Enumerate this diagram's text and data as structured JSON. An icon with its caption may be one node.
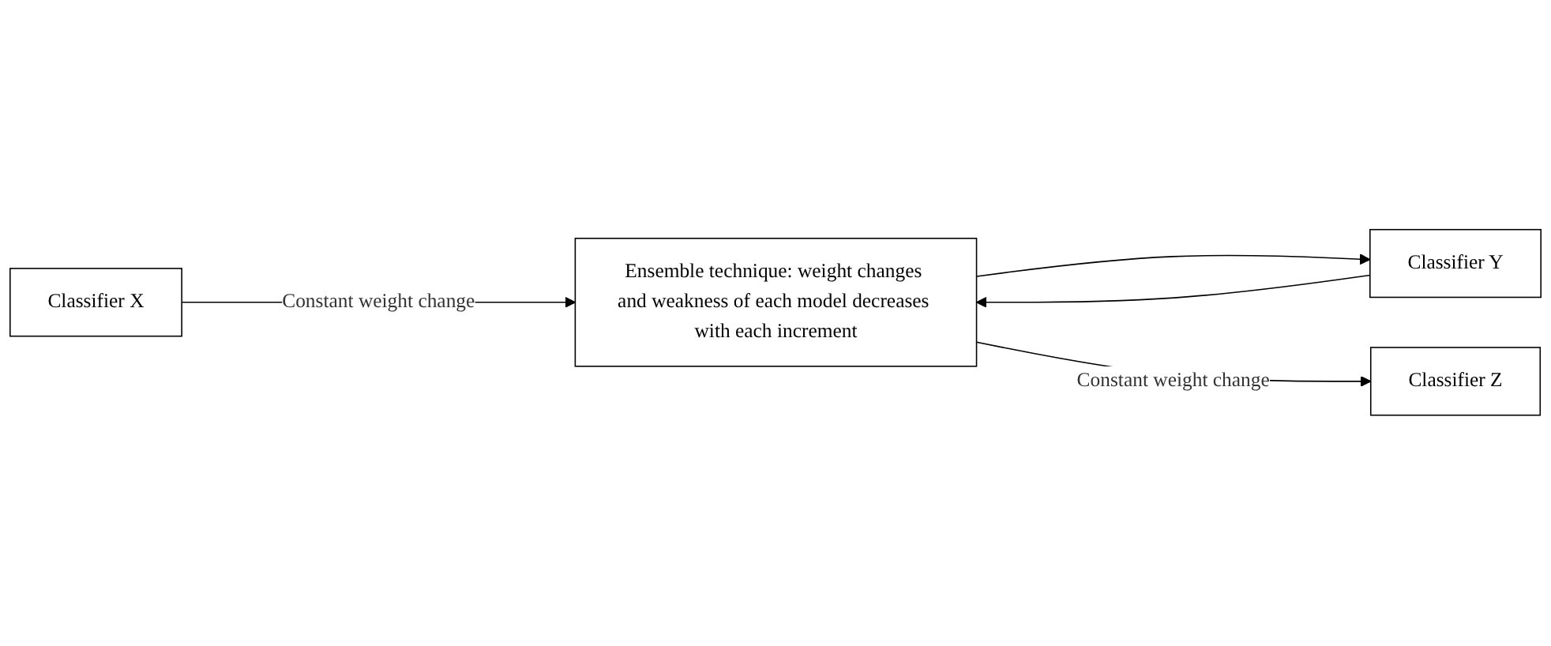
{
  "diagram": {
    "nodes": [
      {
        "text": [
          "Classifier X"
        ]
      },
      {
        "text": [
          "Classifier Y"
        ]
      },
      {
        "text": [
          "Classifier Z"
        ]
      },
      {
        "text": [
          "Ensemble technique: weight changes and weakness of each model decreases with each increment"
        ]
      }
    ],
    "edges": [
      {
        "from": 0,
        "to": 3,
        "arrow": "to",
        "label": "Constant weight change"
      },
      {
        "from": 3,
        "to": 1,
        "arrow": "to"
      },
      {
        "from": 1,
        "to": 3,
        "arrow": "to"
      },
      {
        "from": 3,
        "to": 2,
        "arrow": "to",
        "label": "Constant weight change"
      }
    ]
  }
}
